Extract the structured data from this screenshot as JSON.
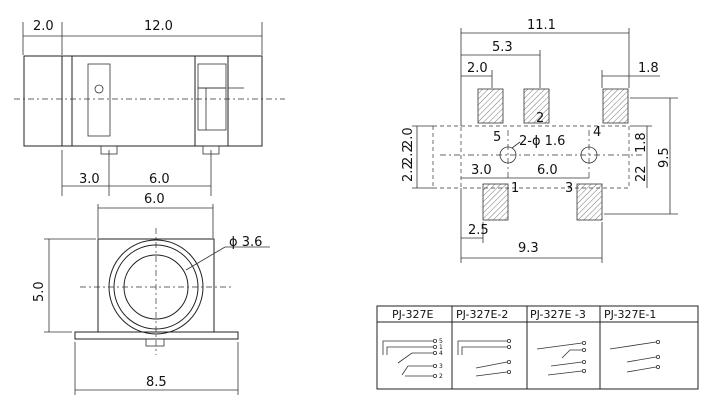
{
  "side_view": {
    "dim_top_left": "2.0",
    "dim_top_main": "12.0",
    "dim_bottom_left": "3.0",
    "dim_bottom_right": "6.0"
  },
  "front_view": {
    "dim_width_top": "6.0",
    "dim_height": "5.0",
    "dim_diameter": "ϕ 3.6",
    "dim_base": "8.5"
  },
  "pcb_layout": {
    "dim_total": "11.1",
    "dim_5_3": "5.3",
    "dim_2_0_top": "2.0",
    "dim_1_8_top": "1.8",
    "dim_hole_label": "2-ϕ 1.6",
    "dim_3_0": "3.0",
    "dim_6_0": "6.0",
    "dim_2_5": "2.5",
    "dim_9_3": "9.3",
    "dim_9_5": "9.5",
    "dim_1_8_right": "1.8",
    "dim_22": "22",
    "dim_left_2_0": "2.0",
    "dim_left_2_2": "2.2",
    "dim_left_2_2b": "2.2",
    "pins": [
      "1",
      "2",
      "3",
      "4",
      "5"
    ]
  },
  "variant_table": {
    "headers": [
      "PJ-327E",
      "PJ-327E-2",
      "PJ-327E -3",
      "PJ-327E-1"
    ],
    "pin_labels": [
      "5",
      "1",
      "4",
      "3",
      "2"
    ]
  }
}
